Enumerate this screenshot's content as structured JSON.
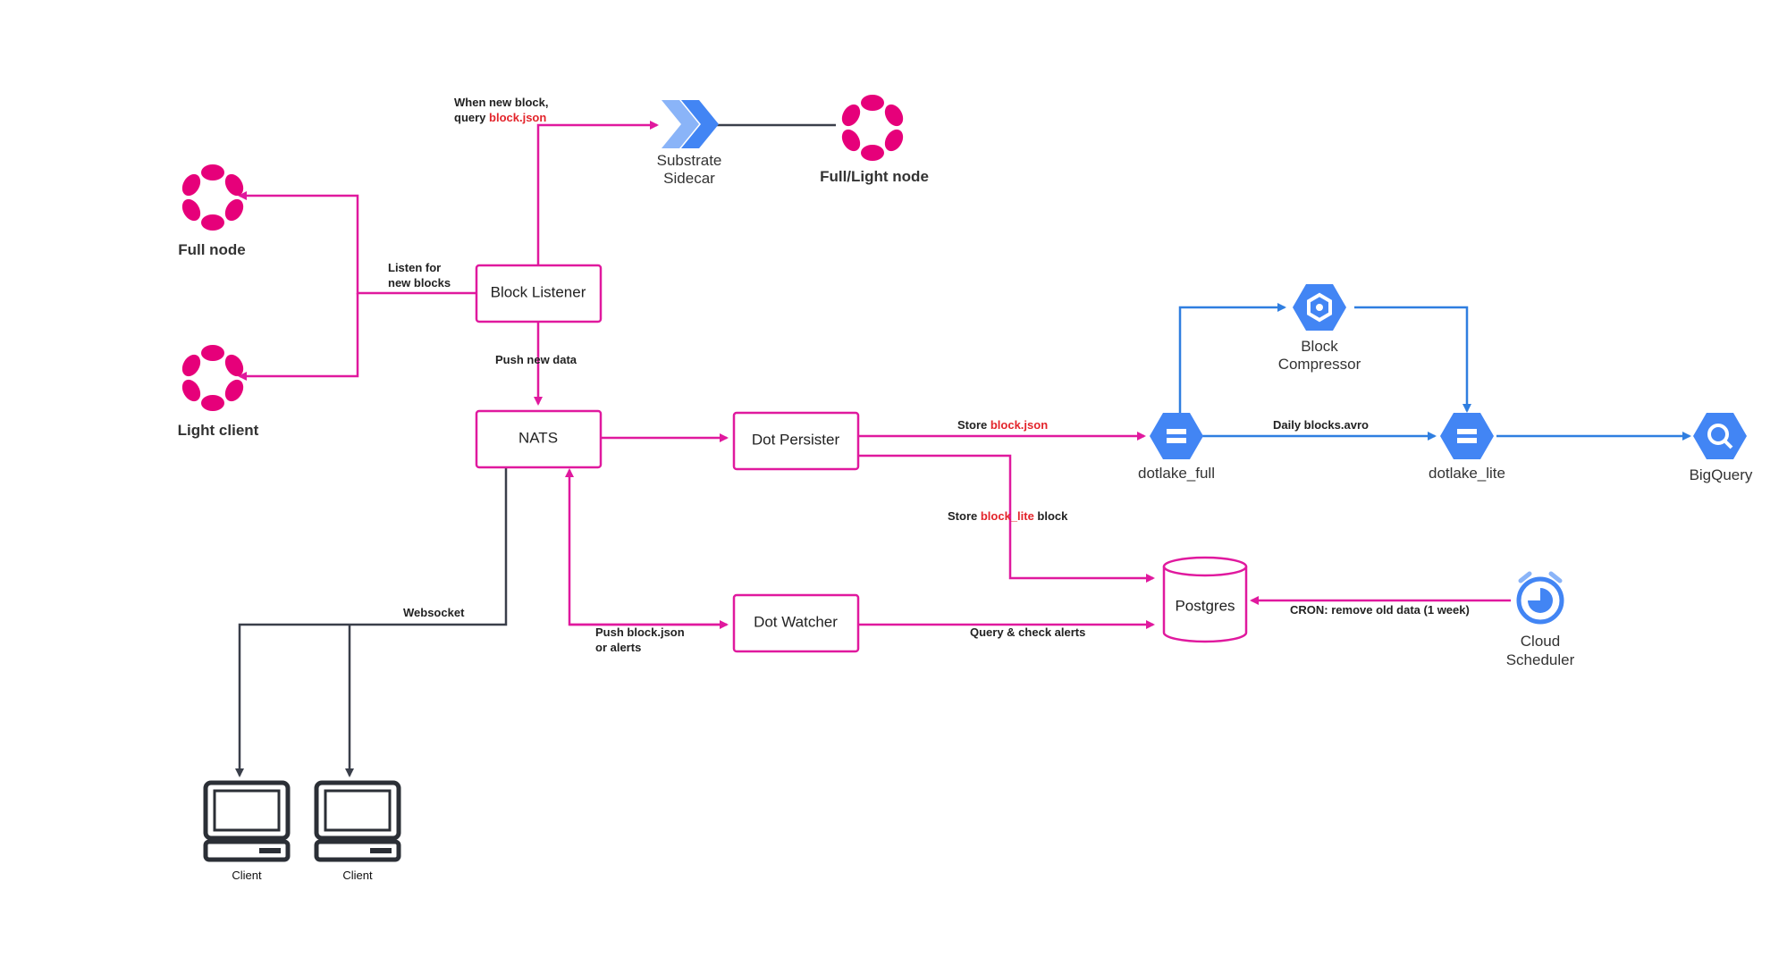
{
  "nodes": {
    "full_node": "Full node",
    "light_client": "Light client",
    "full_light_node": "Full/Light node",
    "substrate_sidecar": [
      "Substrate",
      "Sidecar"
    ],
    "block_listener": "Block Listener",
    "nats": "NATS",
    "dot_persister": "Dot Persister",
    "dot_watcher": "Dot Watcher",
    "postgres": "Postgres",
    "dotlake_full": "dotlake_full",
    "dotlake_lite": "dotlake_lite",
    "block_compressor": [
      "Block",
      "Compressor"
    ],
    "bigquery": "BigQuery",
    "cloud_scheduler": [
      "Cloud",
      "Scheduler"
    ],
    "client_1": "Client",
    "client_2": "Client"
  },
  "edges": {
    "when_new_block_line1": "When new block,",
    "when_new_block_line2_prefix": "query ",
    "when_new_block_line2_highlight": "block.json",
    "listen_line1": "Listen for",
    "listen_line2": "new blocks",
    "push_new_data": "Push new data",
    "store_prefix": "Store ",
    "store_highlight": "block.json",
    "store_lite_prefix": "Store ",
    "store_lite_highlight": "block_lite",
    "store_lite_suffix": " block",
    "daily_blocks": "Daily blocks.avro",
    "websocket": "Websocket",
    "push_block_line1": "Push block.json",
    "push_block_line2": "or alerts",
    "query_check": "Query & check alerts",
    "cron": "CRON: remove old data (1 week)"
  },
  "colors": {
    "pink": "#e0199e",
    "blue": "#2f7ee0",
    "highlight_red": "#e3242b",
    "polkadot": "#e6007a",
    "gcp_blue": "#4285f4",
    "dark_line": "#3a3f4a"
  }
}
